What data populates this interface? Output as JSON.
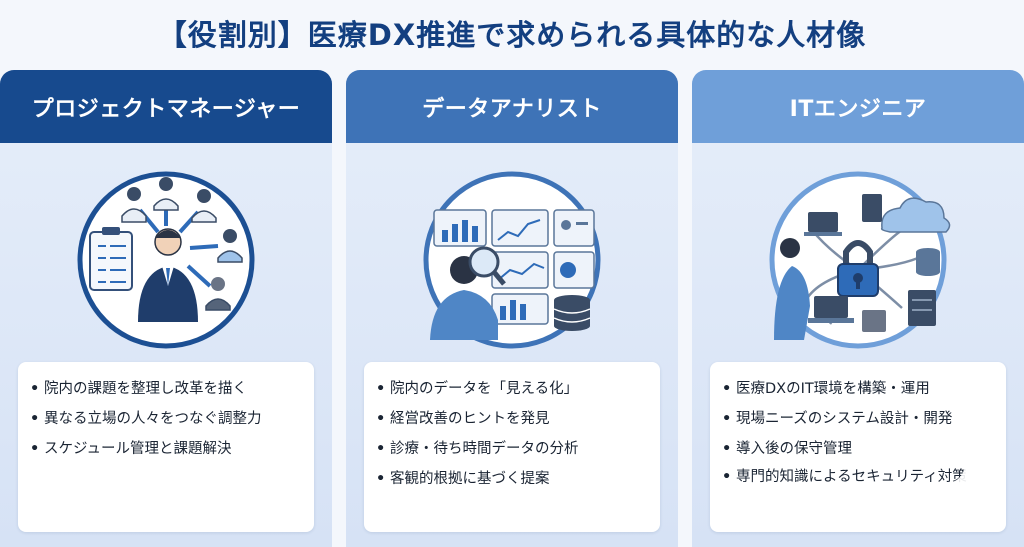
{
  "title": "【役割別】医療DX推進で求められる具体的な人材像",
  "roles": [
    {
      "name": "プロジェクトマネージャー",
      "bullets": [
        "院内の課題を整理し改革を描く",
        "異なる立場の人々をつなぐ調整力",
        "スケジュール管理と課題解決"
      ]
    },
    {
      "name": "データアナリスト",
      "bullets": [
        "院内のデータを「見える化」",
        "経営改善のヒントを発見",
        "診療・待ち時間データの分析",
        "客観的根拠に基づく提案"
      ]
    },
    {
      "name": "ITエンジニア",
      "bullets": [
        "医療DXのIT環境を構築・運用",
        "現場ニーズのシステム設計・開発",
        "導入後の保守管理",
        "専門的知識によるセキュリティ対策"
      ]
    }
  ],
  "icons": {
    "role1": "project-manager-network-icon",
    "role2": "data-analyst-dashboard-icon",
    "role3": "it-engineer-network-icon"
  },
  "colors": {
    "title": "#133f80",
    "head1": "#174a8e",
    "head2": "#3e73b7",
    "head3": "#6f9fd9"
  }
}
